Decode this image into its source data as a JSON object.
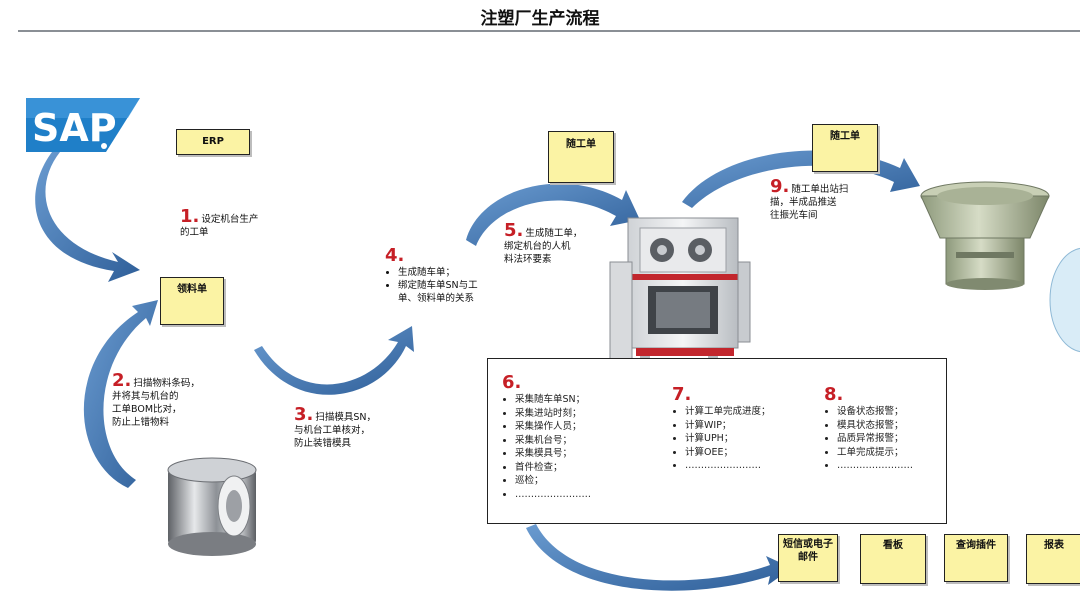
{
  "page": {
    "title": "注塑厂生产流程"
  },
  "sap_logo": {
    "text": "SAP"
  },
  "docs": {
    "erp": "ERP",
    "material_slip": "领料单",
    "flow_card_1": "随工单",
    "flow_card_2": "随工单",
    "outputs": [
      "短信或电子邮件",
      "看板",
      "查询插件",
      "报表"
    ]
  },
  "steps": {
    "s1": {
      "num": "1.",
      "text": [
        "设定机台生产",
        "的工单"
      ]
    },
    "s2": {
      "num": "2.",
      "text": [
        "扫描物料条码，",
        "并将其与机台的",
        "工单BOM比对，",
        "防止上错物料"
      ]
    },
    "s3": {
      "num": "3.",
      "text": [
        "扫描模具SN，",
        "与机台工单核对，",
        "防止装错模具"
      ]
    },
    "s4": {
      "num": "4.",
      "items": [
        "生成随车单；",
        "绑定随车单SN与工单、领料单的关系"
      ]
    },
    "s5": {
      "num": "5.",
      "text": [
        "生成随工单，",
        "绑定机台的人机",
        "料法环要素"
      ]
    },
    "s9": {
      "num": "9.",
      "text": [
        "随工单出站扫",
        "描，半成品推送",
        "往振光车间"
      ]
    }
  },
  "panel": {
    "s6": {
      "num": "6.",
      "items": [
        "采集随车单SN；",
        "采集进站时刻；",
        "采集操作人员；",
        "采集机台号；",
        "采集模具号；",
        "首件检查；",
        "巡检；",
        "……………………"
      ]
    },
    "s7": {
      "num": "7.",
      "items": [
        "计算工单完成进度；",
        "计算WIP；",
        "计算UPH；",
        "计算OEE；",
        "……………………"
      ]
    },
    "s8": {
      "num": "8.",
      "items": [
        "设备状态报警；",
        "模具状态报警；",
        "品质异常报警；",
        "工单完成提示；",
        "……………………"
      ]
    }
  },
  "colors": {
    "arrow": "#3d6fa8",
    "note": "#fbf3a4",
    "step_num": "#c61f26",
    "sap_blue": "#1f7fc8"
  }
}
